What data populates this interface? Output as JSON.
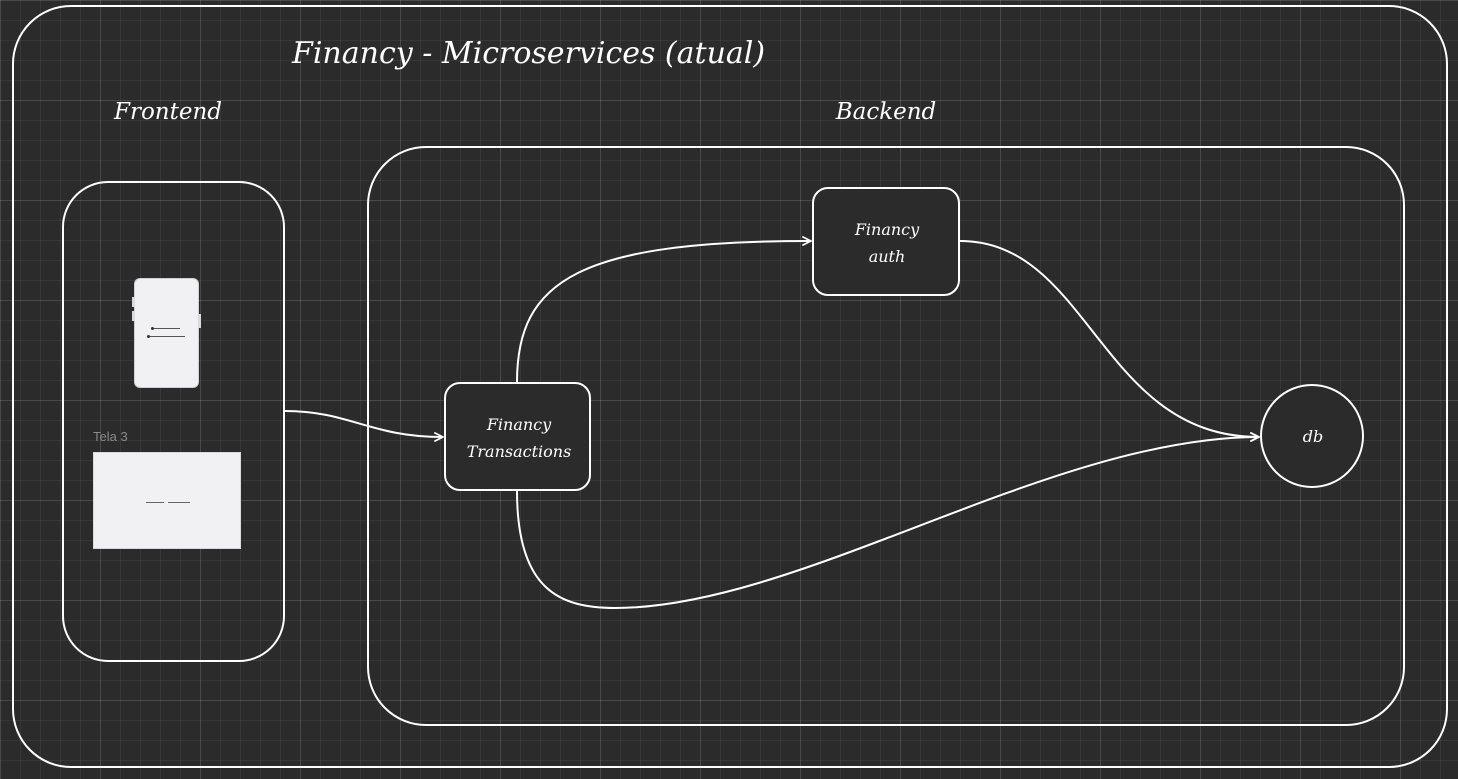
{
  "diagram": {
    "title": "Financy - Microservices (atual)",
    "groups": {
      "frontend": "Frontend",
      "backend": "Backend"
    },
    "nodes": {
      "transactions": [
        "Financy",
        "Transactions"
      ],
      "auth": [
        "Financy",
        "auth"
      ],
      "db": "db"
    },
    "frames": {
      "desktop_frame_label": "Tela 3"
    }
  },
  "colors": {
    "background": "#2b2b2b",
    "stroke": "#ffffff",
    "frame_fill": "#f1f1f4",
    "frame_label": "#8a8a8a"
  }
}
